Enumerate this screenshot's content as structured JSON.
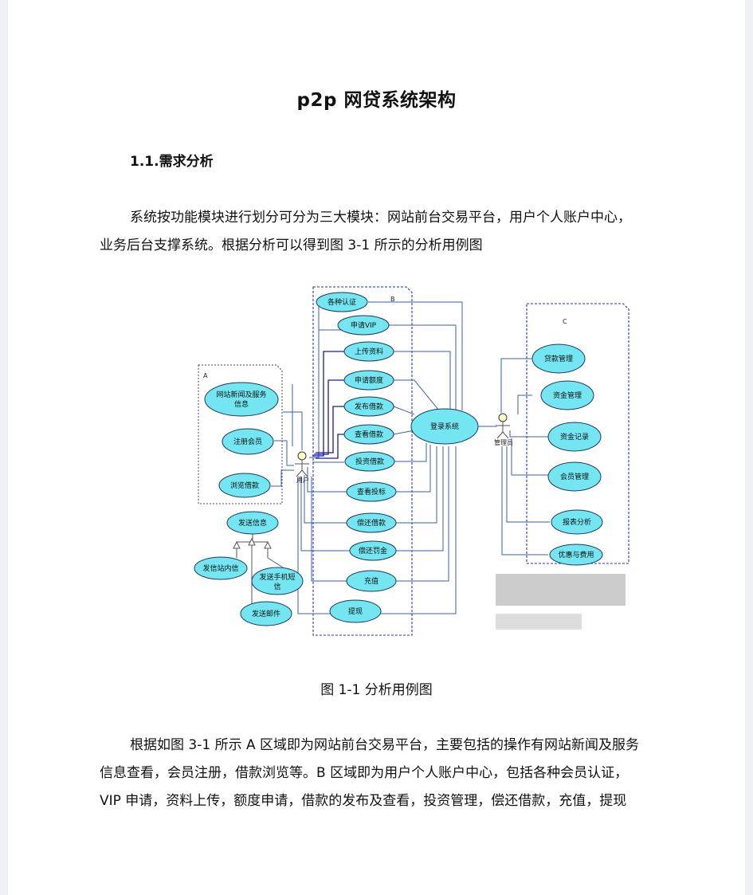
{
  "document": {
    "title": "p2p 网贷系统架构",
    "section_heading": "1.1.需求分析",
    "paragraph1": [
      "系统按功能模块进行划分可分为三大模块：网站前台交易平台，用户个人账户中心，",
      "业务后台支撑系统。根据分析可以得到图 3-1 所示的分析用例图"
    ],
    "figure_caption": "图 1-1  分析用例图",
    "paragraph2": [
      "根据如图 3-1 所示 A 区域即为网站前台交易平台，主要包括的操作有网站新闻及服务",
      "信息查看，会员注册，借款浏览等。B 区域即为用户个人账户中心，包括各种会员认证，",
      "VIP 申请，资料上传，额度申请，借款的发布及查看，投资管理，偿还借款，充值，提现"
    ]
  },
  "diagram": {
    "region_a_label": "A",
    "region_b_label": "B",
    "region_c_label": "C",
    "actor_user": "用户",
    "actor_admin": "管理员",
    "region_a_cases": [
      "网站新闻及服务",
      "信息",
      "注册会员",
      "浏览借款"
    ],
    "notify": {
      "root": "发送信息",
      "site_msg": "发信站内信",
      "sms_line1": "发送手机短",
      "sms_line2": "信",
      "email": "发送邮件"
    },
    "region_b_cases": [
      "各种认证",
      "申请VIP",
      "上传资料",
      "申请额度",
      "发布借款",
      "查看借款",
      "投资借款",
      "查看投标",
      "偿还借款",
      "偿还罚金",
      "充值",
      "提现"
    ],
    "login": "登录系统",
    "region_c_cases": [
      "贷款管理",
      "资金管理",
      "资金记录",
      "会员管理",
      "报表分析",
      "优惠与费用"
    ]
  }
}
